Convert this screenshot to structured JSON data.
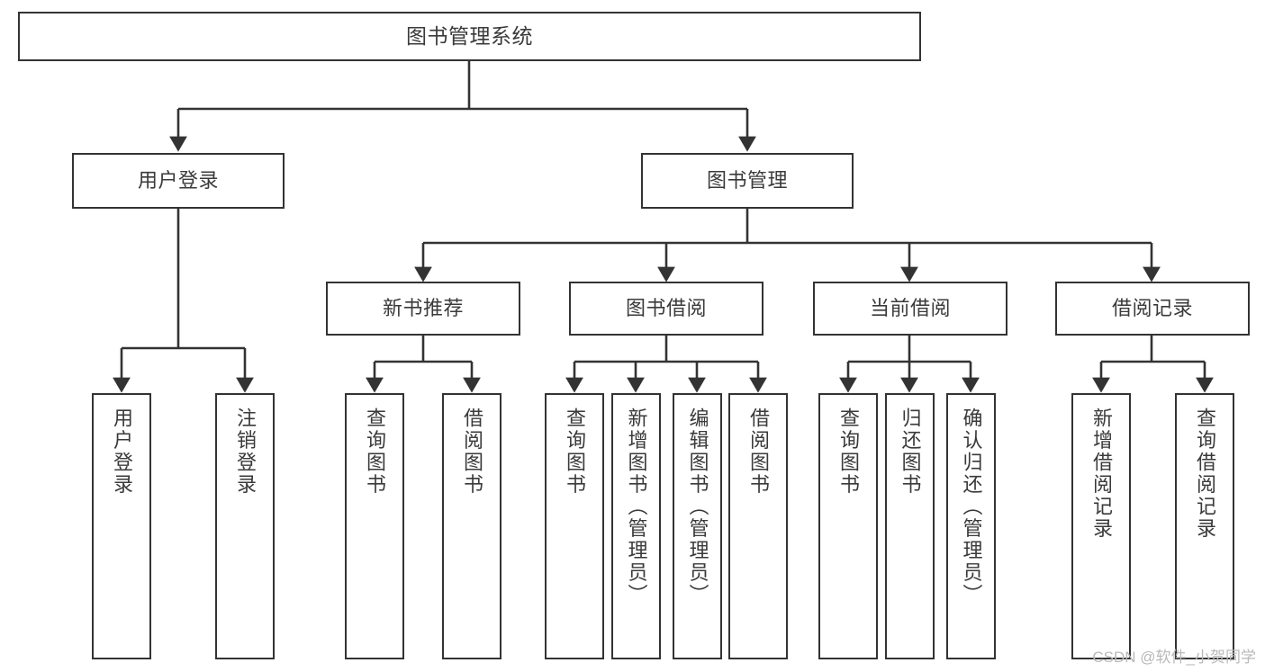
{
  "diagram": {
    "title": "图书管理系统",
    "type": "tree-hierarchy-diagram",
    "colors": {
      "stroke": "#333333",
      "text": "#3a3a3a",
      "background": "#ffffff",
      "watermark": "#b9b9b9"
    },
    "watermark": "CSDN @软件_小贺同学",
    "levels": {
      "root": {
        "label": "图书管理系统"
      },
      "level2": [
        {
          "label": "用户登录"
        },
        {
          "label": "图书管理"
        }
      ],
      "level3": [
        {
          "label": "新书推荐"
        },
        {
          "label": "图书借阅"
        },
        {
          "label": "当前借阅"
        },
        {
          "label": "借阅记录"
        }
      ],
      "leaves": {
        "user_login": [
          {
            "label": "用户登录"
          },
          {
            "label": "注销登录"
          }
        ],
        "new_book_recommend": [
          {
            "label": "查询图书"
          },
          {
            "label": "借阅图书"
          }
        ],
        "book_borrow": [
          {
            "label": "查询图书"
          },
          {
            "label": "新增图书（管理员）"
          },
          {
            "label": "编辑图书（管理员）"
          },
          {
            "label": "借阅图书"
          }
        ],
        "current_borrow": [
          {
            "label": "查询图书"
          },
          {
            "label": "归还图书"
          },
          {
            "label": "确认归还（管理员）"
          }
        ],
        "borrow_record": [
          {
            "label": "新增借阅记录"
          },
          {
            "label": "查询借阅记录"
          }
        ]
      }
    }
  }
}
